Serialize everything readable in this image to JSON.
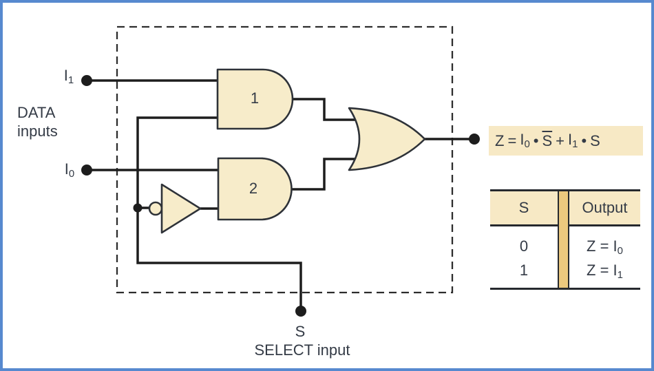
{
  "figure": {
    "labels": {
      "data_inputs_line1": "DATA",
      "data_inputs_line2": "inputs",
      "i1_base": "I",
      "i1_sub": "1",
      "i0_base": "I",
      "i0_sub": "0",
      "gate1": "1",
      "gate2": "2",
      "select_letter": "S",
      "select_caption": "SELECT input"
    },
    "equation": {
      "z": "Z",
      "eq": "=",
      "i_base": "I",
      "sub0": "0",
      "sub1": "1",
      "dot": "•",
      "s_bar": "S",
      "plus": "+",
      "s": "S"
    },
    "table": {
      "header": {
        "select": "S",
        "output": "Output"
      },
      "rows": [
        {
          "select": "0",
          "output_base": "Z = I",
          "output_sub": "0"
        },
        {
          "select": "1",
          "output_base": "Z = I",
          "output_sub": "1"
        }
      ]
    },
    "colors": {
      "frame_blue": "#5789cf",
      "gate_fill": "#f7ecca",
      "band_fill": "#f7e9c5",
      "bar_fill": "#ecc97e",
      "line": "#1d1d1d",
      "text": "#343b46"
    }
  }
}
